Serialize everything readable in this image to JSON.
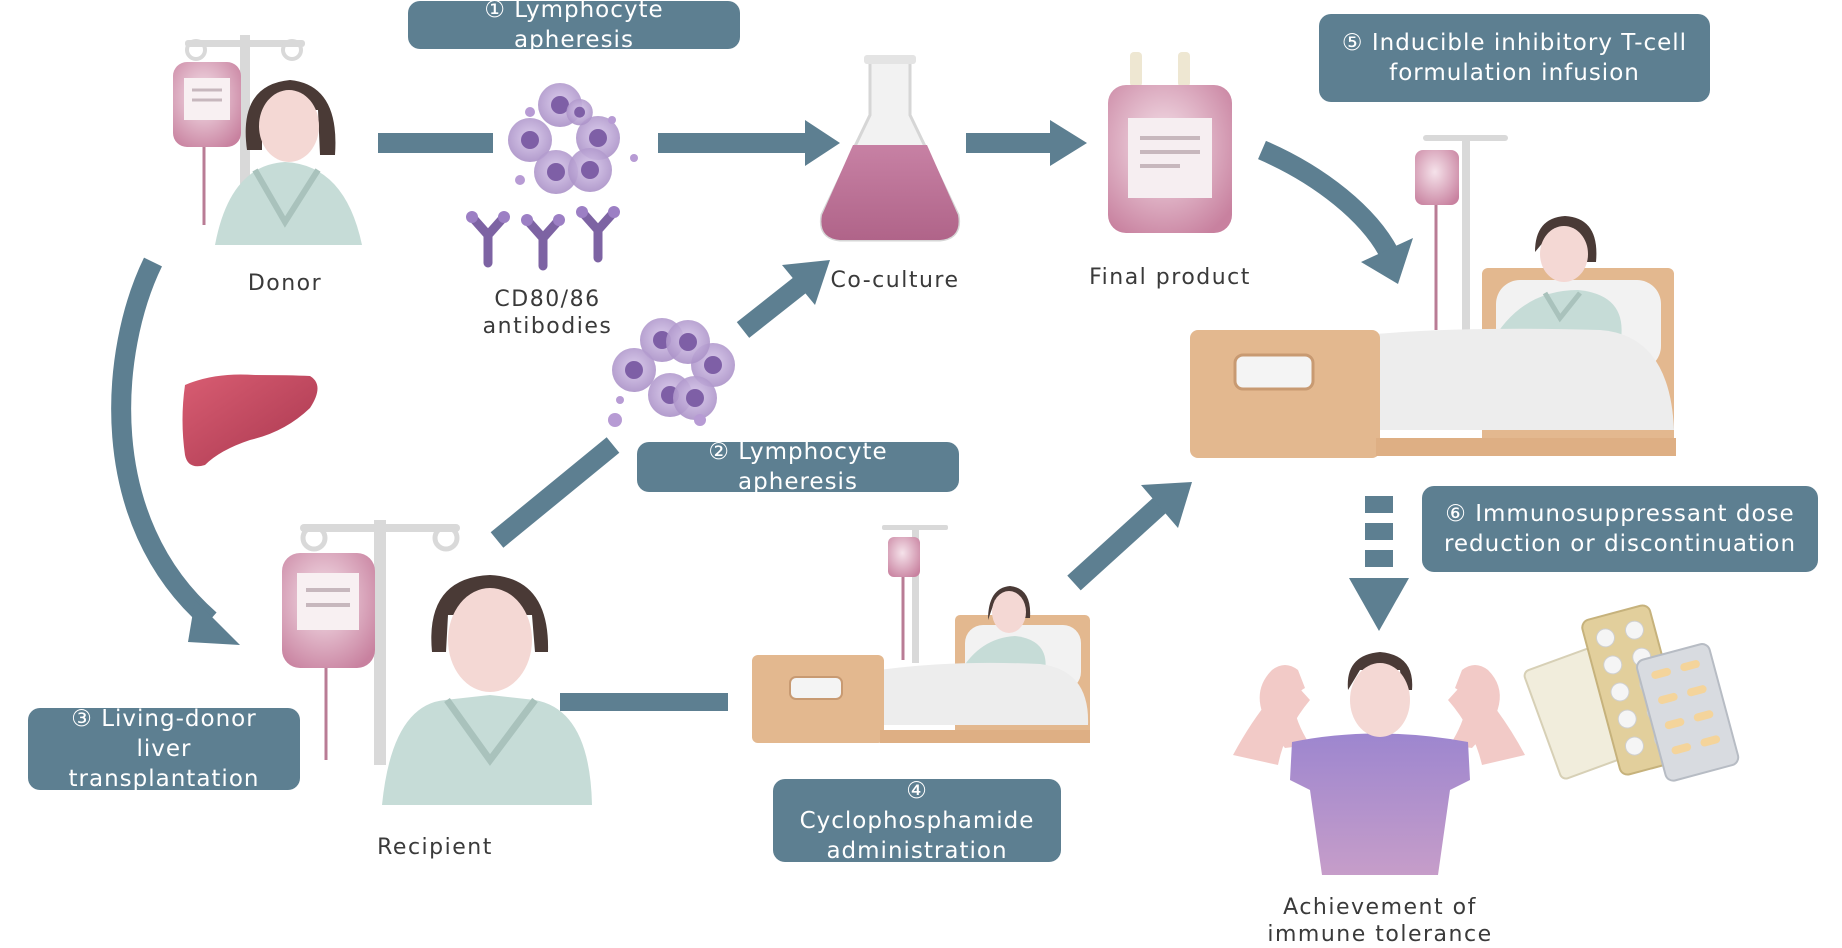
{
  "steps": {
    "step1": "① Lymphocyte apheresis",
    "step2": "② Lymphocyte apheresis",
    "step3": [
      "③ Living-donor liver",
      "transplantation"
    ],
    "step4": [
      "④ Cyclophosphamide",
      "administration"
    ],
    "step5": [
      "⑤ Inducible inhibitory T-cell",
      "formulation infusion"
    ],
    "step6": [
      "⑥ Immunosuppressant dose",
      "reduction or discontinuation"
    ]
  },
  "labels": {
    "donor": "Donor",
    "antibodies": [
      "CD80/86",
      "antibodies"
    ],
    "coculture": "Co-culture",
    "final_product": "Final product",
    "recipient": "Recipient",
    "tolerance": [
      "Achievement of",
      "immune tolerance"
    ]
  },
  "colors": {
    "step_box": "#5d7f91",
    "arrow": "#5d7f91",
    "blood_bag": "#c8819f",
    "cells": "#a68cc4",
    "bed_frame": "#e3b88f",
    "gown": "#c6dcd7",
    "liver": "#c0485f",
    "tshirt": "#b08bc9"
  }
}
